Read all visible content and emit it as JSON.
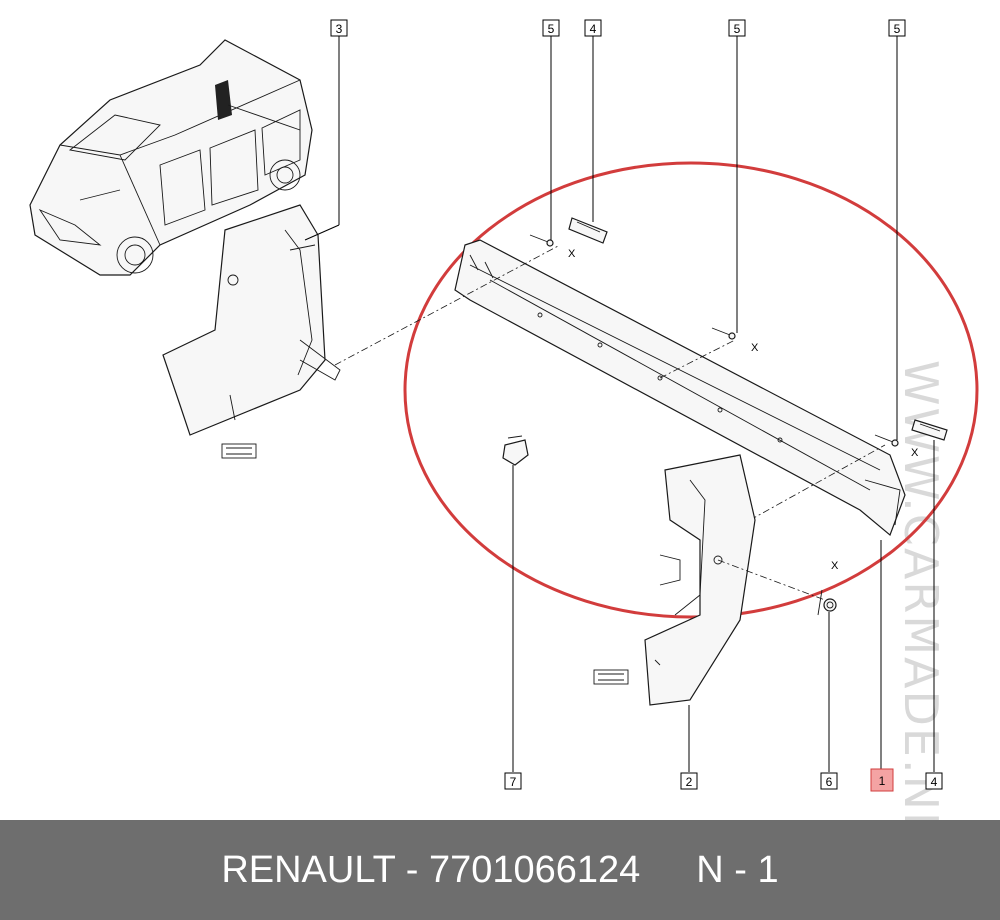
{
  "callouts": [
    {
      "id": "c3a",
      "label": "3"
    },
    {
      "id": "c5a",
      "label": "5"
    },
    {
      "id": "c4a",
      "label": "4"
    },
    {
      "id": "c5b",
      "label": "5"
    },
    {
      "id": "c5c",
      "label": "5"
    },
    {
      "id": "c7",
      "label": "7"
    },
    {
      "id": "c2",
      "label": "2"
    },
    {
      "id": "c6",
      "label": "6"
    },
    {
      "id": "c1",
      "label": "1"
    },
    {
      "id": "c4b",
      "label": "4"
    }
  ],
  "x_marks": [
    "X",
    "X",
    "X",
    "X"
  ],
  "watermark": "WWW.CARMADE.NET",
  "footer": {
    "brand_and_number": "RENAULT - 7701066124",
    "quantity": "N - 1"
  },
  "colors": {
    "highlight_ellipse": "#d23c3c",
    "highlight_callout": "#f4a3a3",
    "footer_bg": "#6e6e6e",
    "footer_text": "#ffffff"
  }
}
